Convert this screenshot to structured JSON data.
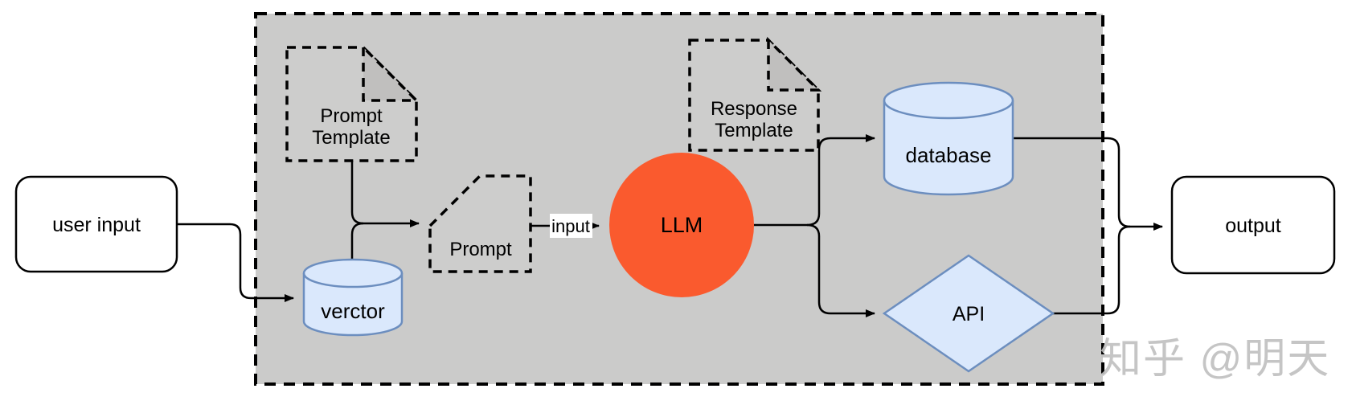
{
  "diagram": {
    "nodes": {
      "user_input": {
        "label": "user input"
      },
      "prompt_template": {
        "lines": [
          "Prompt",
          "Template"
        ]
      },
      "vector": {
        "label": "verctor"
      },
      "prompt": {
        "label": "Prompt"
      },
      "llm": {
        "label": "LLM"
      },
      "response_template": {
        "lines": [
          "Response",
          "Template"
        ]
      },
      "database": {
        "label": "database"
      },
      "api": {
        "label": "API"
      },
      "output": {
        "label": "output"
      }
    },
    "edge_labels": {
      "prompt_to_llm": "input"
    },
    "watermark": "知乎 @明天"
  },
  "colors": {
    "page_bg": "#ffffff",
    "container_fill": "#cbcbca",
    "container_border": "#000000",
    "note_fill": "#cdcdcc",
    "note_fold_fill": "#c0bfbe",
    "note_border": "#000000",
    "node_fill_white": "#ffffff",
    "node_border": "#000000",
    "cylinder_fill": "#dae8fc",
    "cylinder_border": "#6c8ebf",
    "llm_fill": "#fa5a2e",
    "edge_color": "#000000",
    "edge_label_bg": "#ffffff",
    "text_color": "#000000",
    "watermark_color": "#bfbfbf"
  }
}
